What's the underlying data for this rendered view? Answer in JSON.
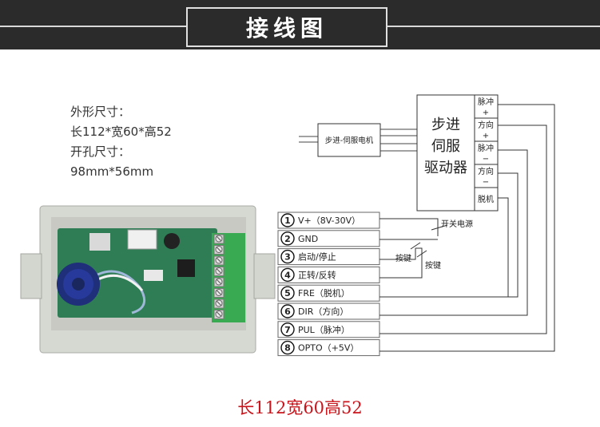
{
  "title": "接线图",
  "dims": {
    "outline_label": "外形尺寸：",
    "outline_value": "长112*宽60*高52",
    "hole_label": "开孔尺寸：",
    "hole_value": "98mm*56mm"
  },
  "motor_label": "步进-伺服电机",
  "driver": {
    "name_lines": [
      "步进",
      "伺服",
      "驱动器"
    ],
    "terminals": [
      {
        "line1": "脉冲",
        "line2": "+"
      },
      {
        "line1": "方向",
        "line2": "+"
      },
      {
        "line1": "脉冲",
        "line2": "−"
      },
      {
        "line1": "方向",
        "line2": "−"
      },
      {
        "line1": "脱机",
        "line2": ""
      }
    ]
  },
  "pins": [
    {
      "num": "1",
      "label": "V+（8V-30V）"
    },
    {
      "num": "2",
      "label": "GND"
    },
    {
      "num": "3",
      "label": "启动/停止"
    },
    {
      "num": "4",
      "label": "正转/反转"
    },
    {
      "num": "5",
      "label": "FRE（脱机）"
    },
    {
      "num": "6",
      "label": "DIR（方向）"
    },
    {
      "num": "7",
      "label": "PUL（脉冲）"
    },
    {
      "num": "8",
      "label": "OPTO（+5V）"
    }
  ],
  "switch_labels": {
    "power": "开关电源",
    "button1": "按键",
    "button2": "按键"
  },
  "caption": "长112宽60高52",
  "colors": {
    "banner": "#2b2b2b",
    "caption": "#c9141b",
    "pcb": "#2f7d55",
    "terminal_green": "#2db34a"
  }
}
